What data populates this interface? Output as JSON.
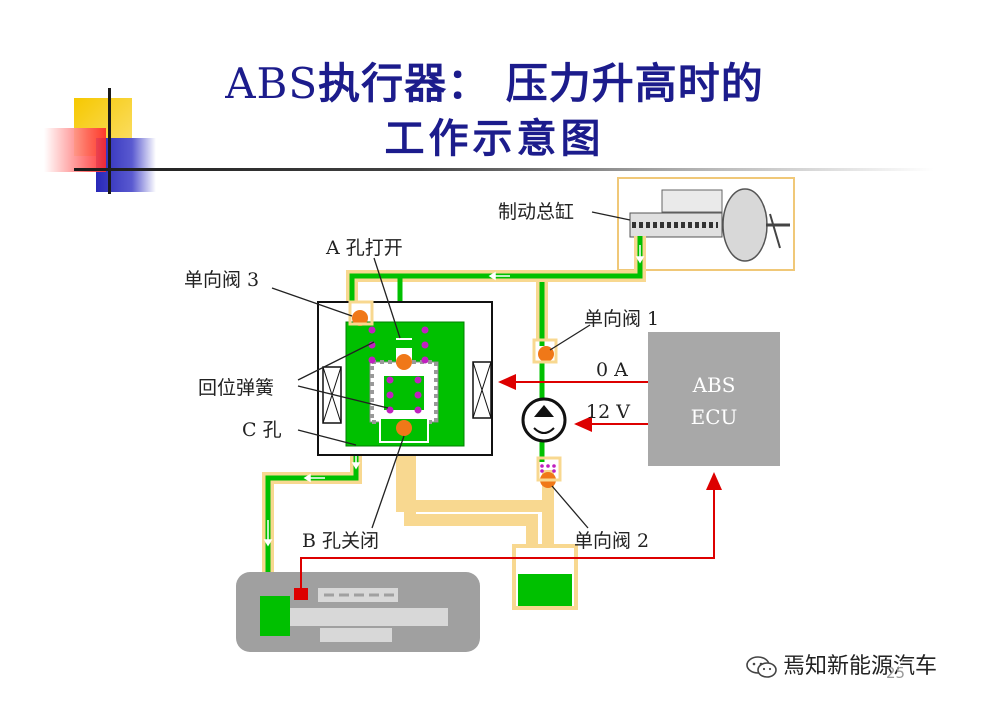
{
  "title": {
    "line1_prefix": "ABS",
    "line1_rest": "执行器： 压力升高时的",
    "line2": "工作示意图"
  },
  "labels": {
    "master_cylinder": "制动总缸",
    "port_a_open": "A 孔打开",
    "check_valve_3": "单向阀 3",
    "check_valve_1": "单向阀 1",
    "return_spring": "回位弹簧",
    "port_c": "C 孔",
    "port_b_closed": "B 孔关闭",
    "check_valve_2": "单向阀 2",
    "current_0a": "0 A",
    "voltage_12v": "12 V"
  },
  "ecu": {
    "line1": "ABS",
    "line2": "ECU"
  },
  "watermark": {
    "text": "焉知新能源汽车"
  },
  "page_number": "25",
  "colors": {
    "title": "#1c1c8c",
    "fluid": "#00c000",
    "low_pressure_line": "#f8d890",
    "signal": "#dd0000",
    "ecu_box": "#a8a8a8",
    "valve": "#f07818",
    "spring": "#c020c0"
  }
}
